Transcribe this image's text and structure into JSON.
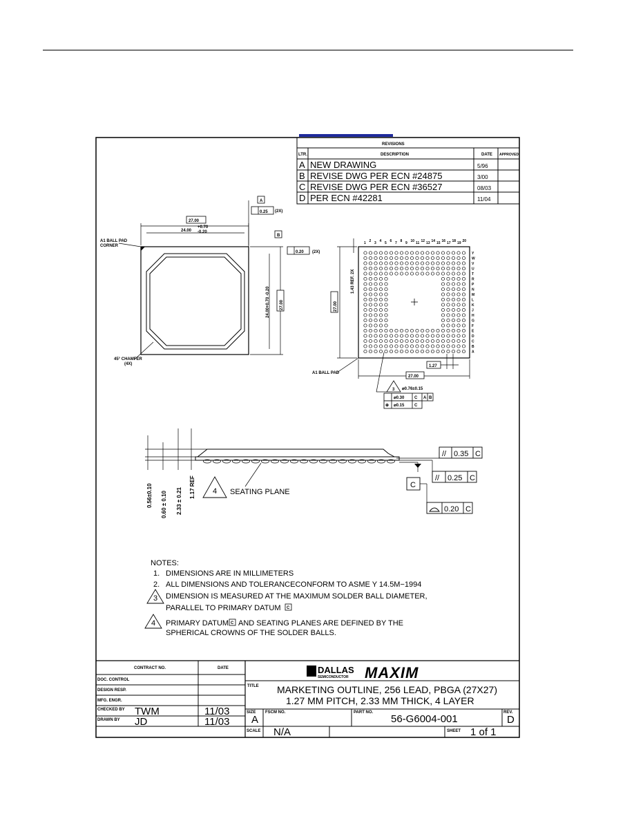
{
  "revisions": {
    "header": "REVISIONS",
    "columns": [
      "LTR.",
      "DESCRIPTION",
      "DATE",
      "APPROVED"
    ],
    "rows": [
      {
        "ltr": "A",
        "desc": "NEW DRAWING",
        "date": "5/96"
      },
      {
        "ltr": "B",
        "desc": "REVISE DWG PER ECN #24875",
        "date": "3/00"
      },
      {
        "ltr": "C",
        "desc": "REVISE DWG PER ECN #36527",
        "date": "08/03"
      },
      {
        "ltr": "D",
        "desc": "PER ECN #42281",
        "date": "11/04"
      }
    ]
  },
  "top_view": {
    "dim_width": "27.00",
    "dim_inner": "24.00",
    "dim_inner_tol_plus": "+0.70",
    "dim_inner_tol_minus": "-0.20",
    "dim_height": "27.00",
    "dim_inner_vertical": "24.00+0.70 -0.20",
    "a1_label_line1": "A1 BALL PAD",
    "a1_label_line2": "CORNER",
    "chamfer_line1": "45° CHAMFER",
    "chamfer_line2": "(4X)",
    "datum_a": "A",
    "datum_b": "B",
    "tol_a": "0.25",
    "tol_b": "0.20",
    "tol_count_a": "(2X)",
    "tol_count_b": "(2X)"
  },
  "bottom_view": {
    "col_numbers": [
      "1",
      "2",
      "3",
      "4",
      "5",
      "6",
      "7",
      "8",
      "9",
      "10",
      "11",
      "12",
      "13",
      "14",
      "15",
      "16",
      "17",
      "18",
      "19",
      "20"
    ],
    "row_letters": [
      "Y",
      "W",
      "V",
      "U",
      "T",
      "R",
      "P",
      "N",
      "M",
      "L",
      "K",
      "J",
      "H",
      "G",
      "F",
      "E",
      "D",
      "C",
      "B",
      "A"
    ],
    "dim_height": "27.00",
    "dim_ref": "1.43 REF. 2X",
    "dim_width": "27.00",
    "pitch": "1.27",
    "a1_label": "A1 BALL PAD",
    "ball_dia": "⌀0.76±0.15",
    "note_num": "3",
    "fcf1_tol": "⌀0.30",
    "fcf1_datums": [
      "C",
      "A",
      "B"
    ],
    "fcf2_tol": "⌀0.15",
    "fcf2_datum": "C"
  },
  "side_view": {
    "dims": [
      "0.56±0.10",
      "0.60 ± 0.10",
      "2.33 ± 0.21",
      "1.17 REF"
    ],
    "note_num": "4",
    "seating_plane": "SEATING PLANE",
    "datum_c": "C",
    "fcf_parallel_a": "0.35",
    "fcf_parallel_b": "0.25",
    "fcf_profile": "0.20",
    "fcf_datum": "C"
  },
  "notes": {
    "header": "NOTES:",
    "n1_num": "1.",
    "n1": "DIMENSIONS ARE IN MILLIMETERS",
    "n2_num": "2.",
    "n2": "ALL DIMENSIONS AND TOLERANCECONFORM TO ASME Y 14.5M−1994",
    "n3_num": "3",
    "n3_line1": "DIMENSION IS MEASURED AT THE MAXIMUM SOLDER BALL DIAMETER,",
    "n3_line2": "PARALLEL TO PRIMARY DATUM",
    "n3_datum": "C",
    "n4_num": "4",
    "n4_line1a": "PRIMARY DATUM",
    "n4_datum": "C",
    "n4_line1b": "AND SEATING PLANES ARE DEFINED BY THE",
    "n4_line2": "SPHERICAL CROWNS OF THE SOLDER BALLS."
  },
  "title_block": {
    "hdr_contracts": "CONTRACT NO.",
    "hdr_date": "DATE",
    "doc_control": "DOC. CONTROL",
    "design_resp": "DESIGN RESP.",
    "mfg_engr": "MFG. ENGR.",
    "checked_by_label": "CHECKED BY",
    "checked_by": "TWM",
    "checked_date": "11/03",
    "drawn_by_label": "DRAWN BY",
    "drawn_by": "JD",
    "drawn_date": "11/03",
    "logo_dallas": "DALLAS",
    "logo_semi": "SEMICONDUCTOR",
    "logo_maxim": "MAXIM",
    "title_label": "TITLE",
    "title_line1": "MARKETING OUTLINE, 256 LEAD, PBGA (27X27)",
    "title_line2": "1.27 MM PITCH, 2.33 MM THICK, 4 LAYER",
    "size_label": "SIZE",
    "size": "A",
    "fscm_label": "FSCM NO.",
    "part_label": "PART NO.",
    "part_no": "56-G6004-001",
    "rev_label": "REV.",
    "rev": "D",
    "scale_label": "SCALE",
    "scale": "N/A",
    "sheet_label": "SHEET",
    "sheet": "1 of 1"
  }
}
